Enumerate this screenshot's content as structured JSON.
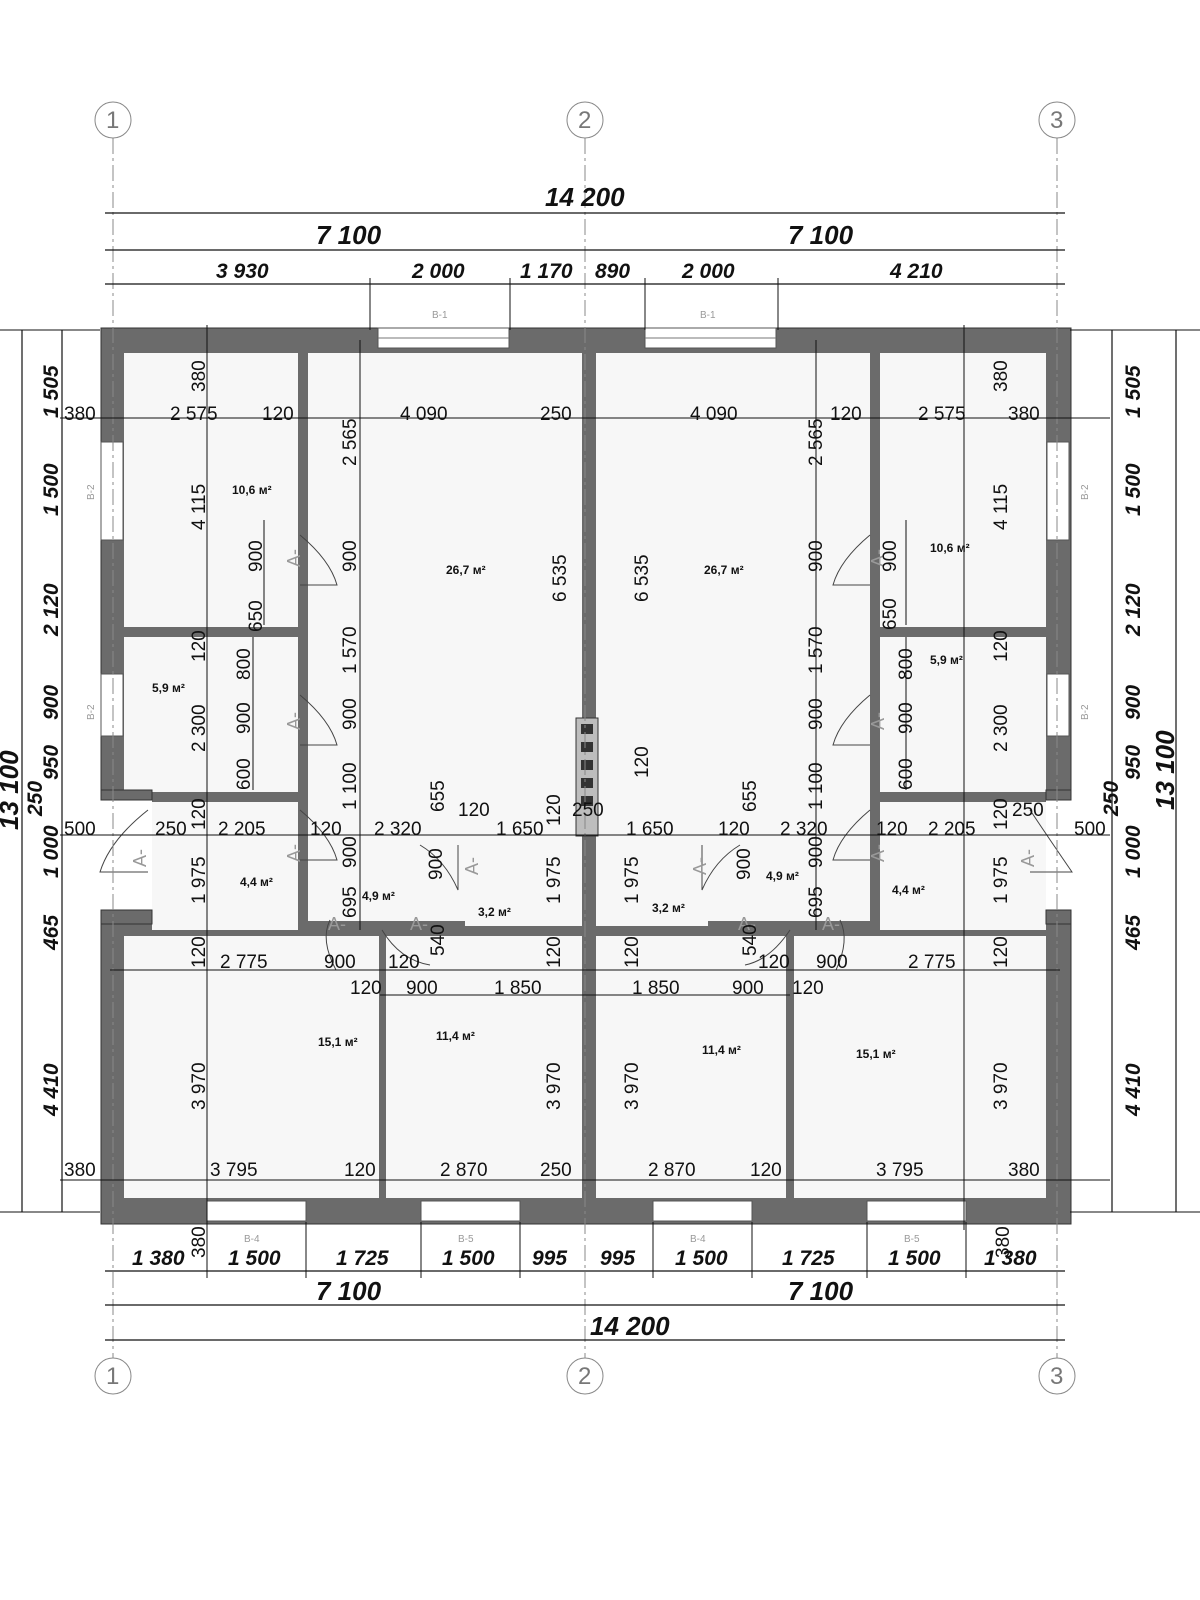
{
  "axes": {
    "a1": "1",
    "a2": "2",
    "a3": "3"
  },
  "top": {
    "total": "14 200",
    "half_left": "7 100",
    "half_right": "7 100",
    "segs": [
      "3 930",
      "2 000",
      "1 170",
      "890",
      "2 000",
      "4 210"
    ]
  },
  "bottom": {
    "total": "14 200",
    "half_left": "7 100",
    "half_right": "7 100",
    "segs": [
      "1 380",
      "1 500",
      "1 725",
      "1 500",
      "995",
      "995",
      "1 500",
      "1 725",
      "1 500",
      "1 380"
    ],
    "corner_left": "380",
    "corner_right": "380"
  },
  "left": {
    "total": "13 100",
    "segs": [
      "1 505",
      "1 500",
      "2 120",
      "900",
      "950",
      "250",
      "1 000",
      "465",
      "4 410"
    ]
  },
  "right": {
    "total": "13 100",
    "segs": [
      "1 505",
      "1 500",
      "2 120",
      "900",
      "950",
      "250",
      "1 000",
      "465",
      "4 410"
    ]
  },
  "windows": {
    "b1": "В-1",
    "b2": "В-2",
    "b4": "В-4",
    "b5": "В-5"
  },
  "door_mark": "А-",
  "areas": {
    "bed_small": "10,6 м²",
    "living": "26,7 м²",
    "store": "5,9 м²",
    "bath": "4,4 м²",
    "hall": "4,9 м²",
    "wc": "3,2 м²",
    "bed_big": "15,1 м²",
    "bed_mid": "11,4 м²"
  },
  "inner": {
    "l_380": "380",
    "l_2575": "2 575",
    "l_120a": "120",
    "l_4090": "4 090",
    "l_250a": "250",
    "r_4090": "4 090",
    "r_120a": "120",
    "r_2575": "2 575",
    "r_380": "380",
    "v_380l": "380",
    "v_380r": "380",
    "v_4115l": "4 115",
    "v_4115r": "4 115",
    "v_2565l": "2 565",
    "v_2565r": "2 565",
    "v_6535l": "6 535",
    "v_6535r": "6 535",
    "v_900al": "900",
    "v_650l": "650",
    "v_900bl": "900",
    "v_900ar": "900",
    "v_650r": "650",
    "v_900br": "900",
    "v_1570l": "1 570",
    "v_1570r": "1 570",
    "v_120sl": "120",
    "v_800l": "800",
    "v_900cl": "900",
    "v_600l": "600",
    "v_2300l": "2 300",
    "v_120sr": "120",
    "v_800r": "800",
    "v_900cr": "900",
    "v_600r": "600",
    "v_2300r": "2 300",
    "v_900dl": "900",
    "v_1100l": "1 100",
    "v_900dr": "900",
    "v_1100r": "1 100",
    "v_120cr": "120",
    "h_500l": "500",
    "h_250l": "250",
    "h_2205l": "2 205",
    "h_120l": "120",
    "h_2320l": "2 320",
    "h_655l": "655",
    "h_120m": "120",
    "h_1650l": "1 650",
    "h_120c": "120",
    "h_250c": "250",
    "h_1650r": "1 650",
    "h_120r": "120",
    "h_655r": "655",
    "h_2320r": "2 320",
    "h_120rr": "120",
    "h_2205r": "2 205",
    "h_250r": "250",
    "h_500r": "500",
    "v_120bl": "120",
    "v_1975a": "1 975",
    "v_900el": "900",
    "v_695l": "695",
    "v_900fl": "900",
    "v_1975b": "1 975",
    "v_1975c": "1 975",
    "v_900fr": "900",
    "v_900er": "900",
    "v_695r": "695",
    "v_120br": "120",
    "v_1975d": "1 975",
    "v_540l": "540",
    "v_540r": "540",
    "h_2775l": "2 775",
    "h_900l": "900",
    "h_120nl": "120",
    "h_120ol": "120",
    "h_900ml": "900",
    "h_1850l": "1 850",
    "h_1850r": "1 850",
    "h_900mr": "900",
    "h_120or": "120",
    "h_120nr": "120",
    "h_900r": "900",
    "h_2775r": "2 775",
    "v_120gl": "120",
    "v_120gm": "120",
    "v_120gr": "120",
    "v_120gn": "120",
    "v_3970a": "3 970",
    "v_3970b": "3 970",
    "v_3970c": "3 970",
    "v_3970d": "3 970",
    "b_380l": "380",
    "b_3795l": "3 795",
    "b_120l": "120",
    "b_2870l": "2 870",
    "b_250": "250",
    "b_2870r": "2 870",
    "b_120r": "120",
    "b_3795r": "3 795",
    "b_380r": "380"
  }
}
